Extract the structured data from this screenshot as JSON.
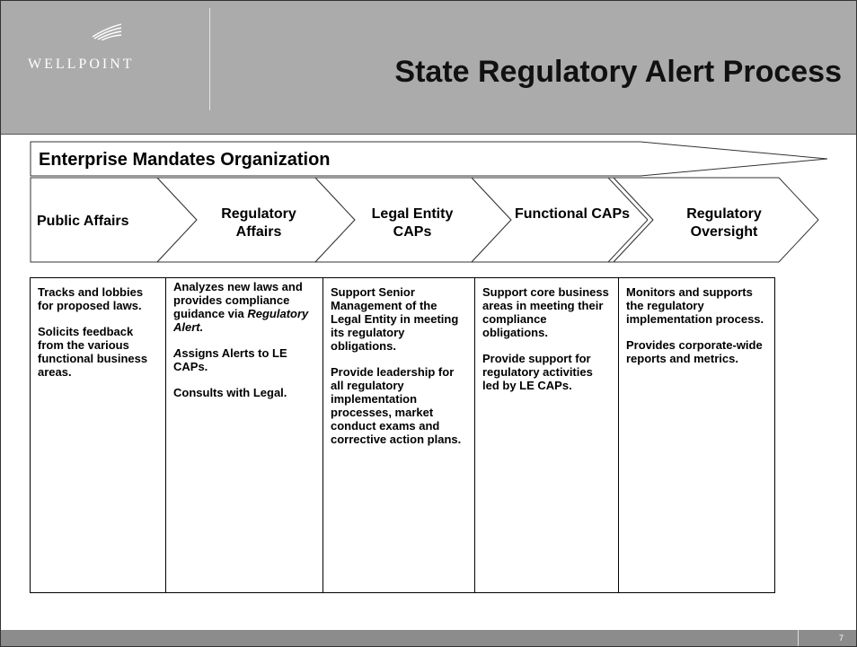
{
  "header": {
    "logo": "WELLPOINT",
    "title": "State Regulatory Alert Process"
  },
  "banner": {
    "label": "Enterprise Mandates Organization"
  },
  "chevrons": [
    {
      "label": "Public Affairs"
    },
    {
      "label": "Regulatory Affairs"
    },
    {
      "label": "Legal Entity CAPs"
    },
    {
      "label": "Functional CAPs"
    },
    {
      "label": "Regulatory Oversight"
    }
  ],
  "columns": [
    {
      "p1": "Tracks and lobbies for proposed laws.",
      "p2": "Solicits feedback from the various functional business areas."
    },
    {
      "p1_pre": "Analyzes new laws and provides compliance guidance via",
      "p1_em": "Regulatory Alert.",
      "p2_em": "A",
      "p2_rest": "ssigns Alerts to LE CAPs.",
      "p3": "Consults with Legal."
    },
    {
      "p1": "Support Senior Management of the Legal Entity in meeting its regulatory obligations.",
      "p2": "Provide leadership for all regulatory implementation processes, market conduct exams and corrective action plans."
    },
    {
      "p1": "Support core business areas in meeting their compliance obligations.",
      "p2": "Provide support for regulatory activities led by LE CAPs."
    },
    {
      "p1": "Monitors and supports the regulatory implementation process.",
      "p2": "Provides corporate-wide reports and metrics."
    }
  ],
  "footer": {
    "page_number": "7"
  }
}
